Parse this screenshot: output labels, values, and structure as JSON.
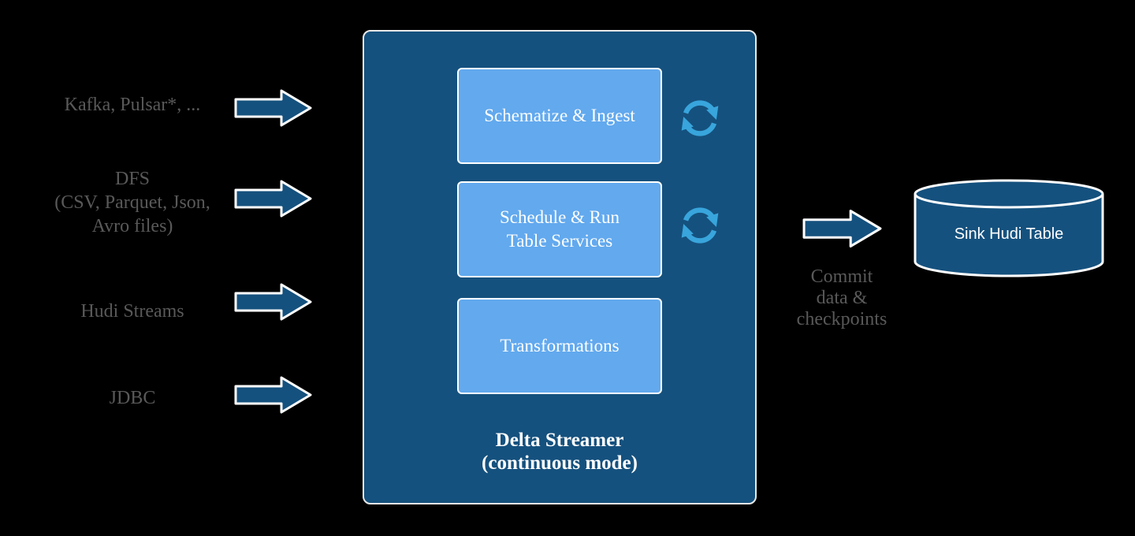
{
  "colors": {
    "background": "#000000",
    "dark_blue": "#15517e",
    "light_blue": "#62a9ee",
    "refresh_blue": "#38a5dc",
    "gray_text": "#595959",
    "white": "#ffffff"
  },
  "sources": [
    {
      "label": "Kafka, Pulsar*, ..."
    },
    {
      "label": "DFS\n(CSV, Parquet, Json,\nAvro files)"
    },
    {
      "label": "Hudi Streams"
    },
    {
      "label": "JDBC"
    }
  ],
  "streamer": {
    "title": "Delta Streamer\n(continuous mode)",
    "stages": [
      {
        "label": "Schematize & Ingest"
      },
      {
        "label": "Schedule & Run\nTable Services"
      },
      {
        "label": "Transformations"
      }
    ]
  },
  "output": {
    "commit_label": "Commit\ndata &\ncheckpoints",
    "sink_label": "Sink Hudi Table"
  }
}
